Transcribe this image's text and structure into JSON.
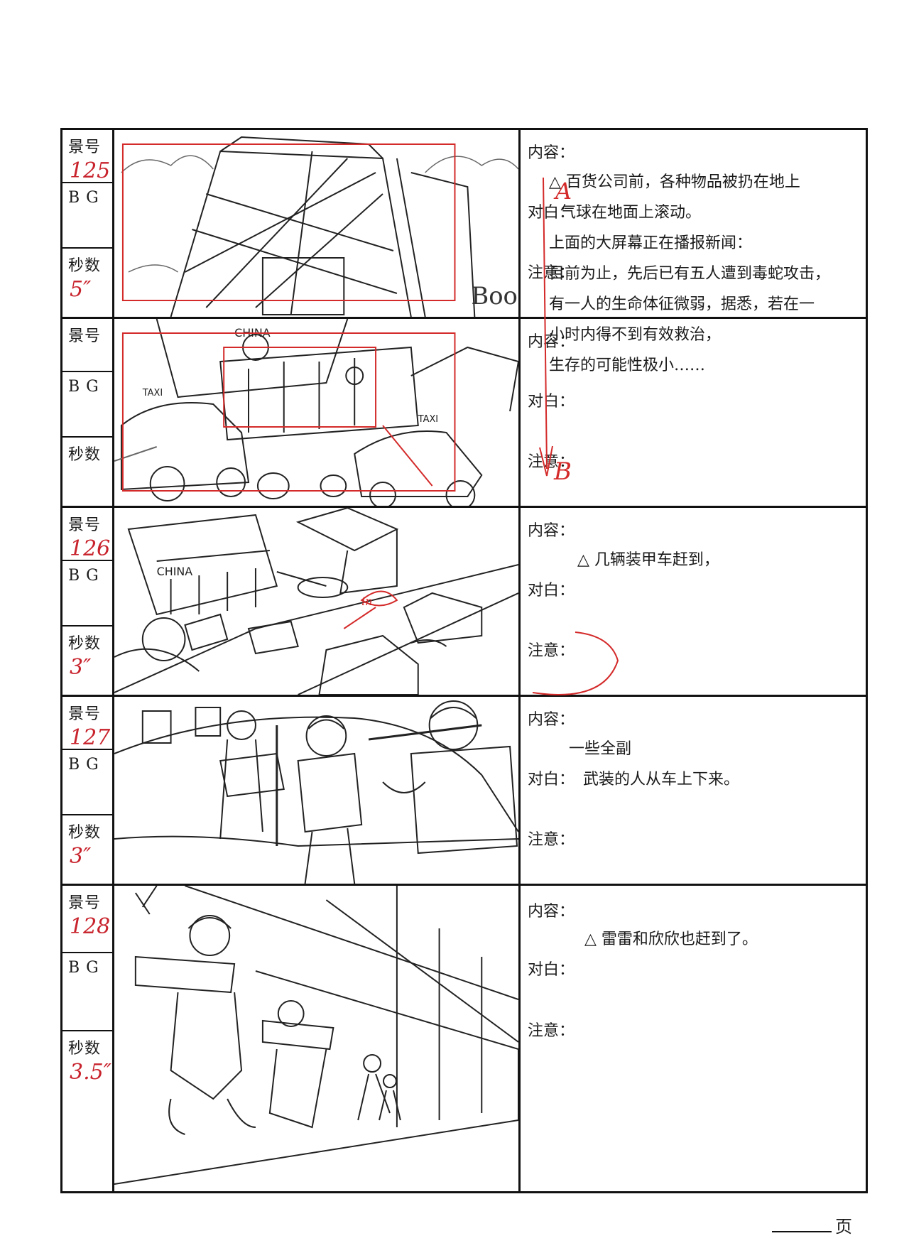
{
  "labels": {
    "scene": "景号",
    "bg": "B G",
    "seconds": "秒数",
    "content": "内容：",
    "dialogue": "对白：",
    "note": "注意："
  },
  "rows": [
    {
      "scene_no": "125",
      "seconds": "5″",
      "content_lines": [
        "△ 百货公司前，各种物品被扔在地上",
        "气球在地面上滚动。",
        "上面的大屏幕正在播报新闻：",
        "目前为止，先后已有五人遭到毒蛇攻击，",
        "有一人的生命体征微弱，据悉，若在一",
        "小时内得不到有效救治，",
        "生存的可能性极小……"
      ],
      "frame_label": "Boo",
      "annotation_a": "A",
      "annotation_b": "B"
    },
    {
      "scene_no": "",
      "seconds": "",
      "frame_label_taxi": "TAXI",
      "frame_label_taxi_2": "TAXI",
      "frame_label_store": "CHINA"
    },
    {
      "scene_no": "126",
      "seconds": "3″",
      "content_lines": [
        "△ 几辆装甲车赶到，"
      ],
      "frame_label_store": "CHINA",
      "annotation_in": "in"
    },
    {
      "scene_no": "127",
      "seconds": "3″",
      "content_lines": [
        "一些全副",
        "武装的人从车上下来。"
      ]
    },
    {
      "scene_no": "128",
      "seconds": "3.5″",
      "content_lines": [
        "△ 雷雷和欣欣也赶到了。"
      ]
    }
  ],
  "footer": {
    "page_label": "页",
    "page_number": ""
  }
}
